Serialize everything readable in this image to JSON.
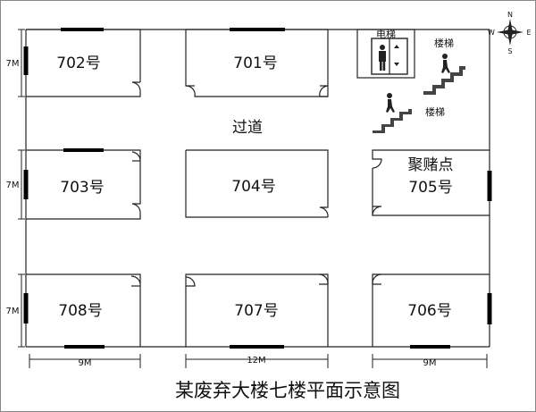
{
  "title": "某废弃大楼七楼平面示意图",
  "rooms": {
    "r702": "702号",
    "r701": "701号",
    "r703": "703号",
    "r704": "704号",
    "r705": "705号",
    "r708": "708号",
    "r707": "707号",
    "r706": "706号"
  },
  "labels": {
    "corridor": "过道",
    "gambling_spot": "聚赌点",
    "elevator": "电梯",
    "stairs_top": "楼梯",
    "stairs_bottom": "楼梯"
  },
  "dimensions": {
    "left_top": "7M",
    "left_mid": "7M",
    "left_bottom": "7M",
    "bottom_left": "9M",
    "bottom_mid": "12M",
    "bottom_right": "9M"
  },
  "compass": {
    "n": "N",
    "s": "S",
    "e": "E",
    "w": "W"
  }
}
